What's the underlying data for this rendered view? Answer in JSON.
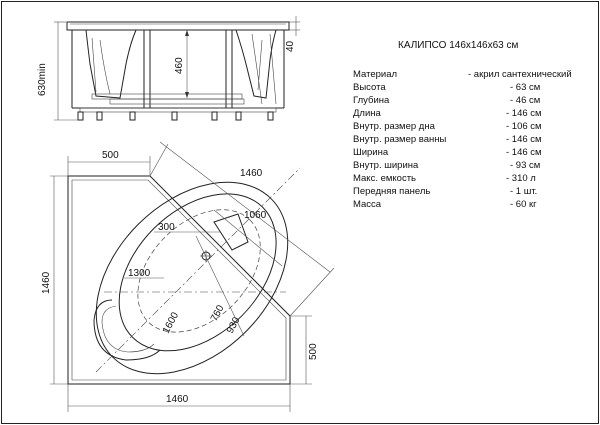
{
  "product": {
    "title": "КАЛИПСО 146х146х63 см"
  },
  "specs": [
    {
      "label": "Материал",
      "value": "- акрил сантехнический"
    },
    {
      "label": "Высота",
      "value": "- 63 см"
    },
    {
      "label": "Глубина",
      "value": "- 46 см"
    },
    {
      "label": "Длина",
      "value": "- 146 см"
    },
    {
      "label": "Внутр. размер дна",
      "value": "- 106 см"
    },
    {
      "label": "Внутр. размер ванны",
      "value": "- 146 см"
    },
    {
      "label": "Ширина",
      "value": "- 146 см"
    },
    {
      "label": "Внутр. ширина",
      "value": "- 93 см"
    },
    {
      "label": "Макс. емкость",
      "value": "- 310 л"
    },
    {
      "label": "Передняя панель",
      "value": "- 1 шт."
    },
    {
      "label": "Масса",
      "value": "- 60 кг"
    }
  ],
  "side_view": {
    "height_min": "630min",
    "depth": "460",
    "rim": "40"
  },
  "plan_view": {
    "top_width": "500",
    "diagonal": "1460",
    "inner_diag": "1060",
    "drain": "300",
    "inner_length": "1300",
    "length_1600": "1600",
    "width_760": "760",
    "width_930": "930",
    "side_left": "1460",
    "bottom": "1460",
    "right_500": "500"
  }
}
